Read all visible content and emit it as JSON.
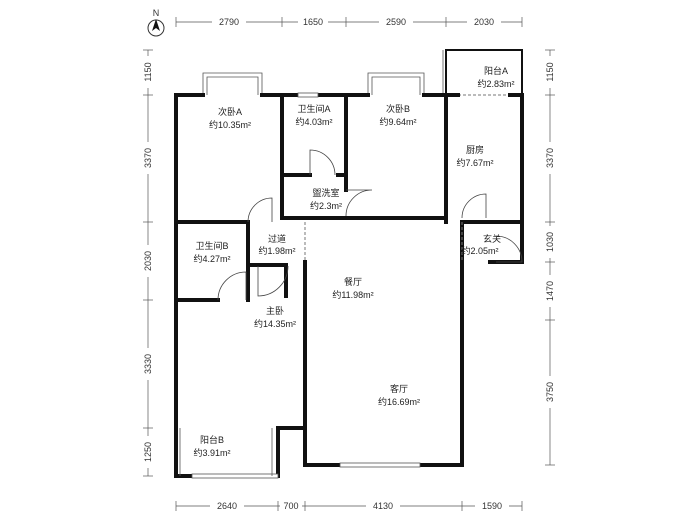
{
  "compass": {
    "label": "N",
    "icon": "north-arrow-icon"
  },
  "dimensions": {
    "top": [
      "2790",
      "1650",
      "2590",
      "2030"
    ],
    "bottom": [
      "2640",
      "700",
      "4130",
      "1590"
    ],
    "left": [
      "1150",
      "3370",
      "2030",
      "3330",
      "1250"
    ],
    "right": [
      "1150",
      "3370",
      "1030",
      "1470",
      "3750"
    ]
  },
  "rooms": [
    {
      "name": "次卧A",
      "area": "约10.35m²"
    },
    {
      "name": "卫生间A",
      "area": "约4.03m²"
    },
    {
      "name": "次卧B",
      "area": "约9.64m²"
    },
    {
      "name": "阳台A",
      "area": "约2.83m²"
    },
    {
      "name": "厨房",
      "area": "约7.67m²"
    },
    {
      "name": "盥洗室",
      "area": "约2.3m²"
    },
    {
      "name": "卫生间B",
      "area": "约4.27m²"
    },
    {
      "name": "过道",
      "area": "约1.98m²"
    },
    {
      "name": "玄关",
      "area": "约2.05m²"
    },
    {
      "name": "餐厅",
      "area": "约11.98m²"
    },
    {
      "name": "主卧",
      "area": "约14.35m²"
    },
    {
      "name": "客厅",
      "area": "约16.69m²"
    },
    {
      "name": "阳台B",
      "area": "约3.91m²"
    }
  ]
}
